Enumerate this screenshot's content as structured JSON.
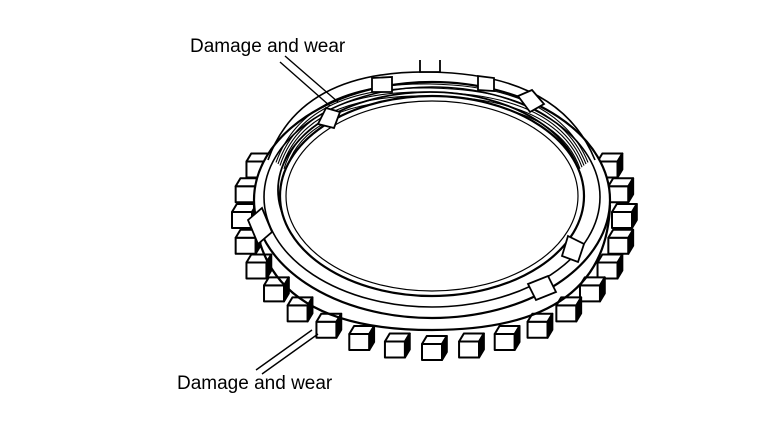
{
  "figure": {
    "subject": "synchronizer ring",
    "callouts": {
      "top": "Damage and wear",
      "bottom": "Damage and wear"
    }
  },
  "colors": {
    "ink": "#000000",
    "background": "#ffffff",
    "tooth_face": "#ffffff",
    "ring_fill": "#ffffff"
  }
}
